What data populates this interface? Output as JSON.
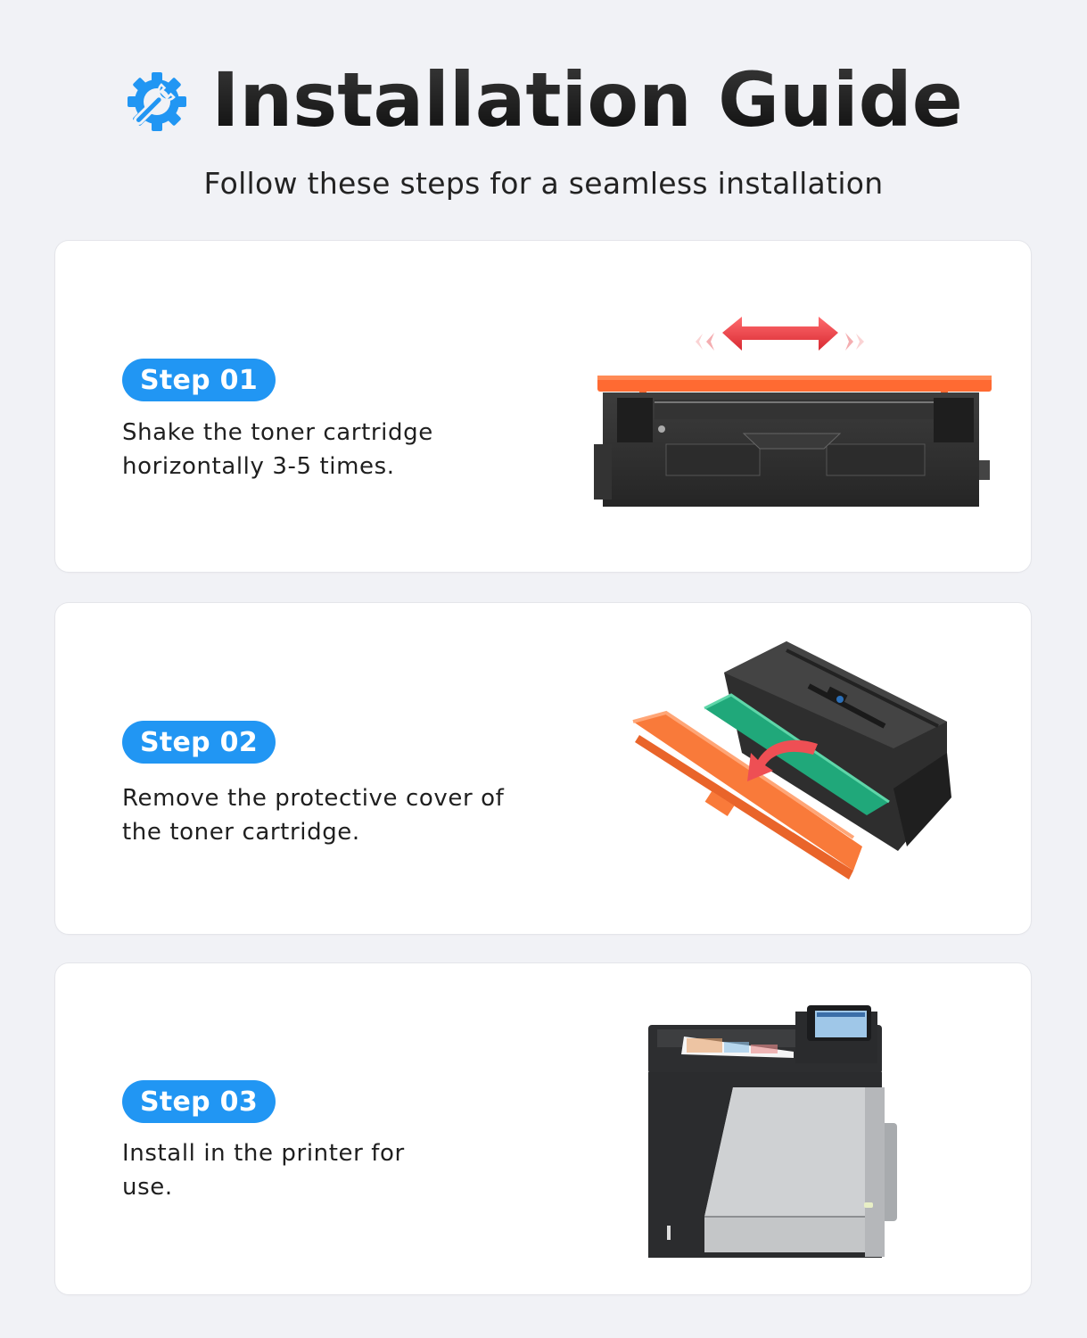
{
  "header": {
    "icon": "gear-wrench-icon",
    "title": "Installation Guide",
    "subtitle": "Follow these steps for a seamless installation"
  },
  "colors": {
    "background": "#f1f2f6",
    "card": "#ffffff",
    "badge": "#2196f3",
    "accent_arrow": "#e8393f",
    "cover_orange": "#f97a3a",
    "title": "#111111"
  },
  "steps": [
    {
      "badge": "Step 01",
      "description": "Shake the toner cartridge horizontally 3-5 times.",
      "illustration": "toner-cartridge-shake-image"
    },
    {
      "badge": "Step 02",
      "description": "Remove the protective cover of the toner cartridge.",
      "illustration": "toner-cartridge-remove-cover-image"
    },
    {
      "badge": "Step 03",
      "description": "Install in the printer for use.",
      "illustration": "laser-printer-image"
    }
  ]
}
